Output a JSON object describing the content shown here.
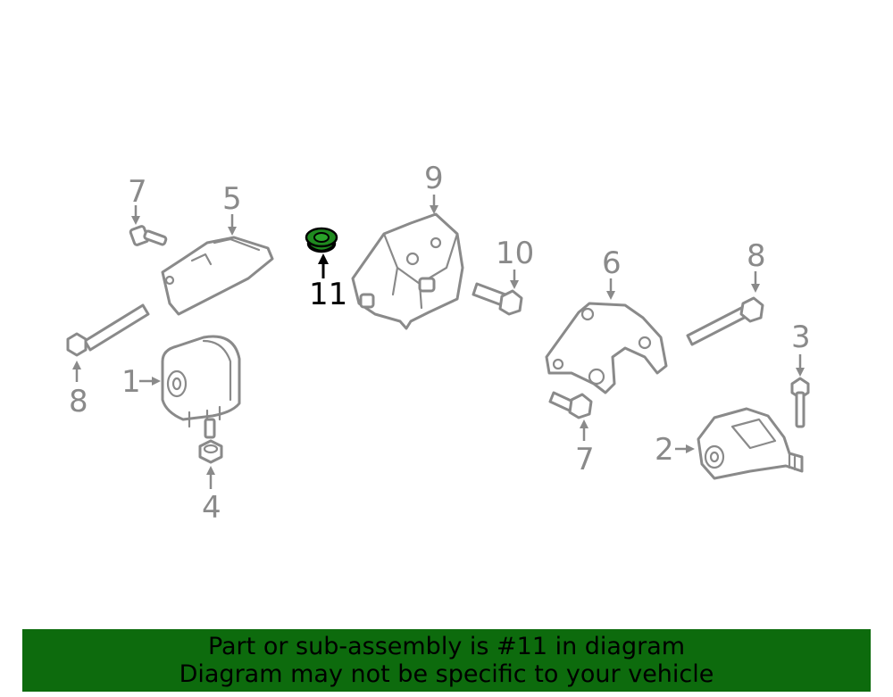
{
  "colors": {
    "background": "#ffffff",
    "part_outline": "#8a8a8a",
    "highlight_fill": "#1f8a1f",
    "banner_background": "#0d6b0d",
    "banner_text": "#000000"
  },
  "callouts": [
    {
      "label": "1"
    },
    {
      "label": "2"
    },
    {
      "label": "3"
    },
    {
      "label": "4"
    },
    {
      "label": "5"
    },
    {
      "label": "6"
    },
    {
      "label": "7"
    },
    {
      "label": "7"
    },
    {
      "label": "8"
    },
    {
      "label": "8"
    },
    {
      "label": "9"
    },
    {
      "label": "10"
    },
    {
      "label": "11",
      "highlighted": true
    }
  ],
  "banner": {
    "line1": "Part or sub-assembly is #11 in diagram",
    "line2": "Diagram may not be specific to your vehicle"
  }
}
